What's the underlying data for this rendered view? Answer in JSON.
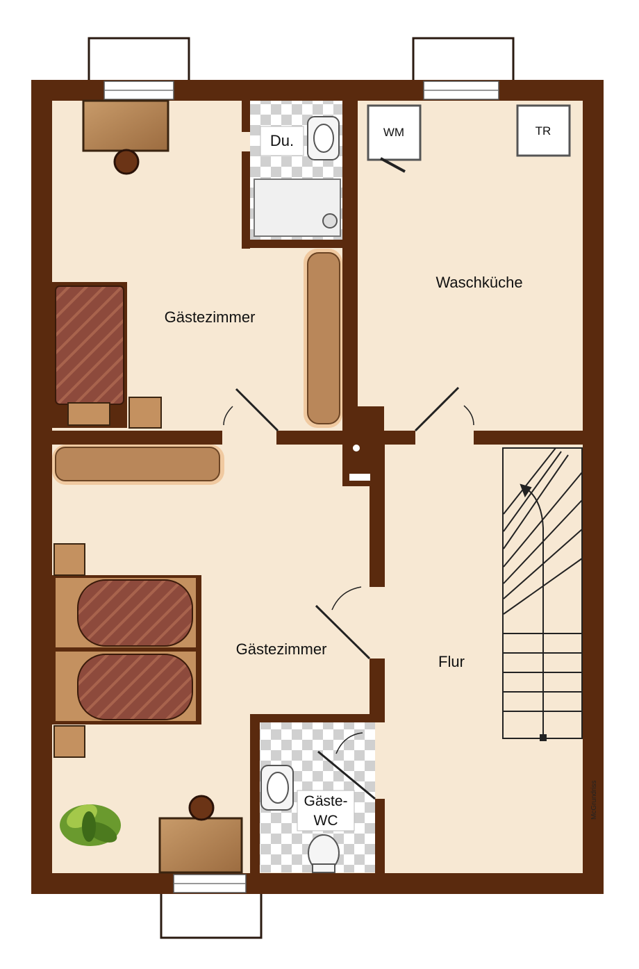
{
  "rooms": {
    "guest_room_top": "Gästezimmer",
    "guest_room_bottom": "Gästezimmer",
    "laundry": "Waschküche",
    "hallway": "Flur",
    "shower": "Du.",
    "guest_wc_line1": "Gäste-",
    "guest_wc_line2": "WC"
  },
  "appliances": {
    "washing_machine": "WM",
    "dryer": "TR"
  },
  "credit": "McGrundriss",
  "colors": {
    "wall": "#5a2a0e",
    "floor": "#f7e8d3",
    "bed_cover": "#8b4a3a",
    "furniture": "#b9875a",
    "tile_light": "#ffffff",
    "tile_dark": "#cfcfcf"
  }
}
